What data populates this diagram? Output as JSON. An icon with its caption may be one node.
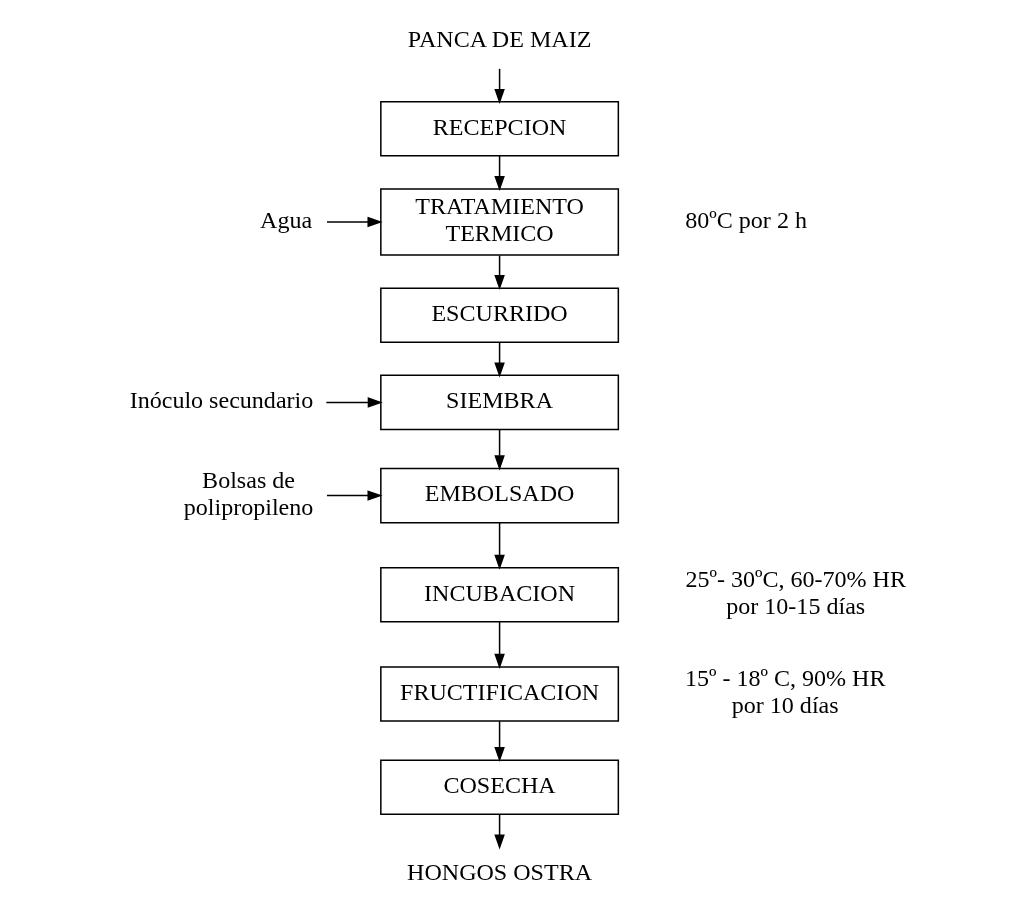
{
  "diagram": {
    "nodes": [
      {
        "text": [
          "PANCA DE MAIZ"
        ]
      },
      {
        "text": [
          "RECEPCION"
        ]
      },
      {
        "text": [
          "Agua"
        ]
      },
      {
        "text": [
          "TRATAMIENTO TERMICO"
        ],
        "beside": [
          "80ºC por 2 h"
        ]
      },
      {
        "text": [
          "ESCURRIDO"
        ]
      },
      {
        "text": [
          "Inóculo secundario"
        ]
      },
      {
        "text": [
          "SIEMBRA"
        ]
      },
      {
        "text": [
          "Bolsas de polipropileno"
        ]
      },
      {
        "text": [
          "EMBOLSADO"
        ]
      },
      {
        "text": [
          "INCUBACION"
        ],
        "beside": [
          "25º- 30ºC, 60-70% HR por 10-15 días"
        ]
      },
      {
        "text": [
          "FRUCTIFICACION"
        ],
        "beside": [
          "15º - 18º C, 90% HR por 10 días"
        ]
      },
      {
        "text": [
          "COSECHA"
        ]
      },
      {
        "text": [
          "HONGOS OSTRA"
        ]
      }
    ],
    "edges": [
      {
        "from": 0,
        "to": 1,
        "arrow": "to"
      },
      {
        "from": 1,
        "to": 3,
        "arrow": "to"
      },
      {
        "from": 2,
        "to": 3,
        "arrow": "to"
      },
      {
        "from": 3,
        "to": 4,
        "arrow": "to"
      },
      {
        "from": 4,
        "to": 6,
        "arrow": "to"
      },
      {
        "from": 5,
        "to": 6,
        "arrow": "to"
      },
      {
        "from": 6,
        "to": 8,
        "arrow": "to"
      },
      {
        "from": 7,
        "to": 8,
        "arrow": "to"
      },
      {
        "from": 8,
        "to": 9,
        "arrow": "to"
      },
      {
        "from": 9,
        "to": 10,
        "arrow": "to"
      },
      {
        "from": 10,
        "to": 11,
        "arrow": "to"
      },
      {
        "from": 11,
        "to": 12,
        "arrow": "to"
      }
    ]
  }
}
